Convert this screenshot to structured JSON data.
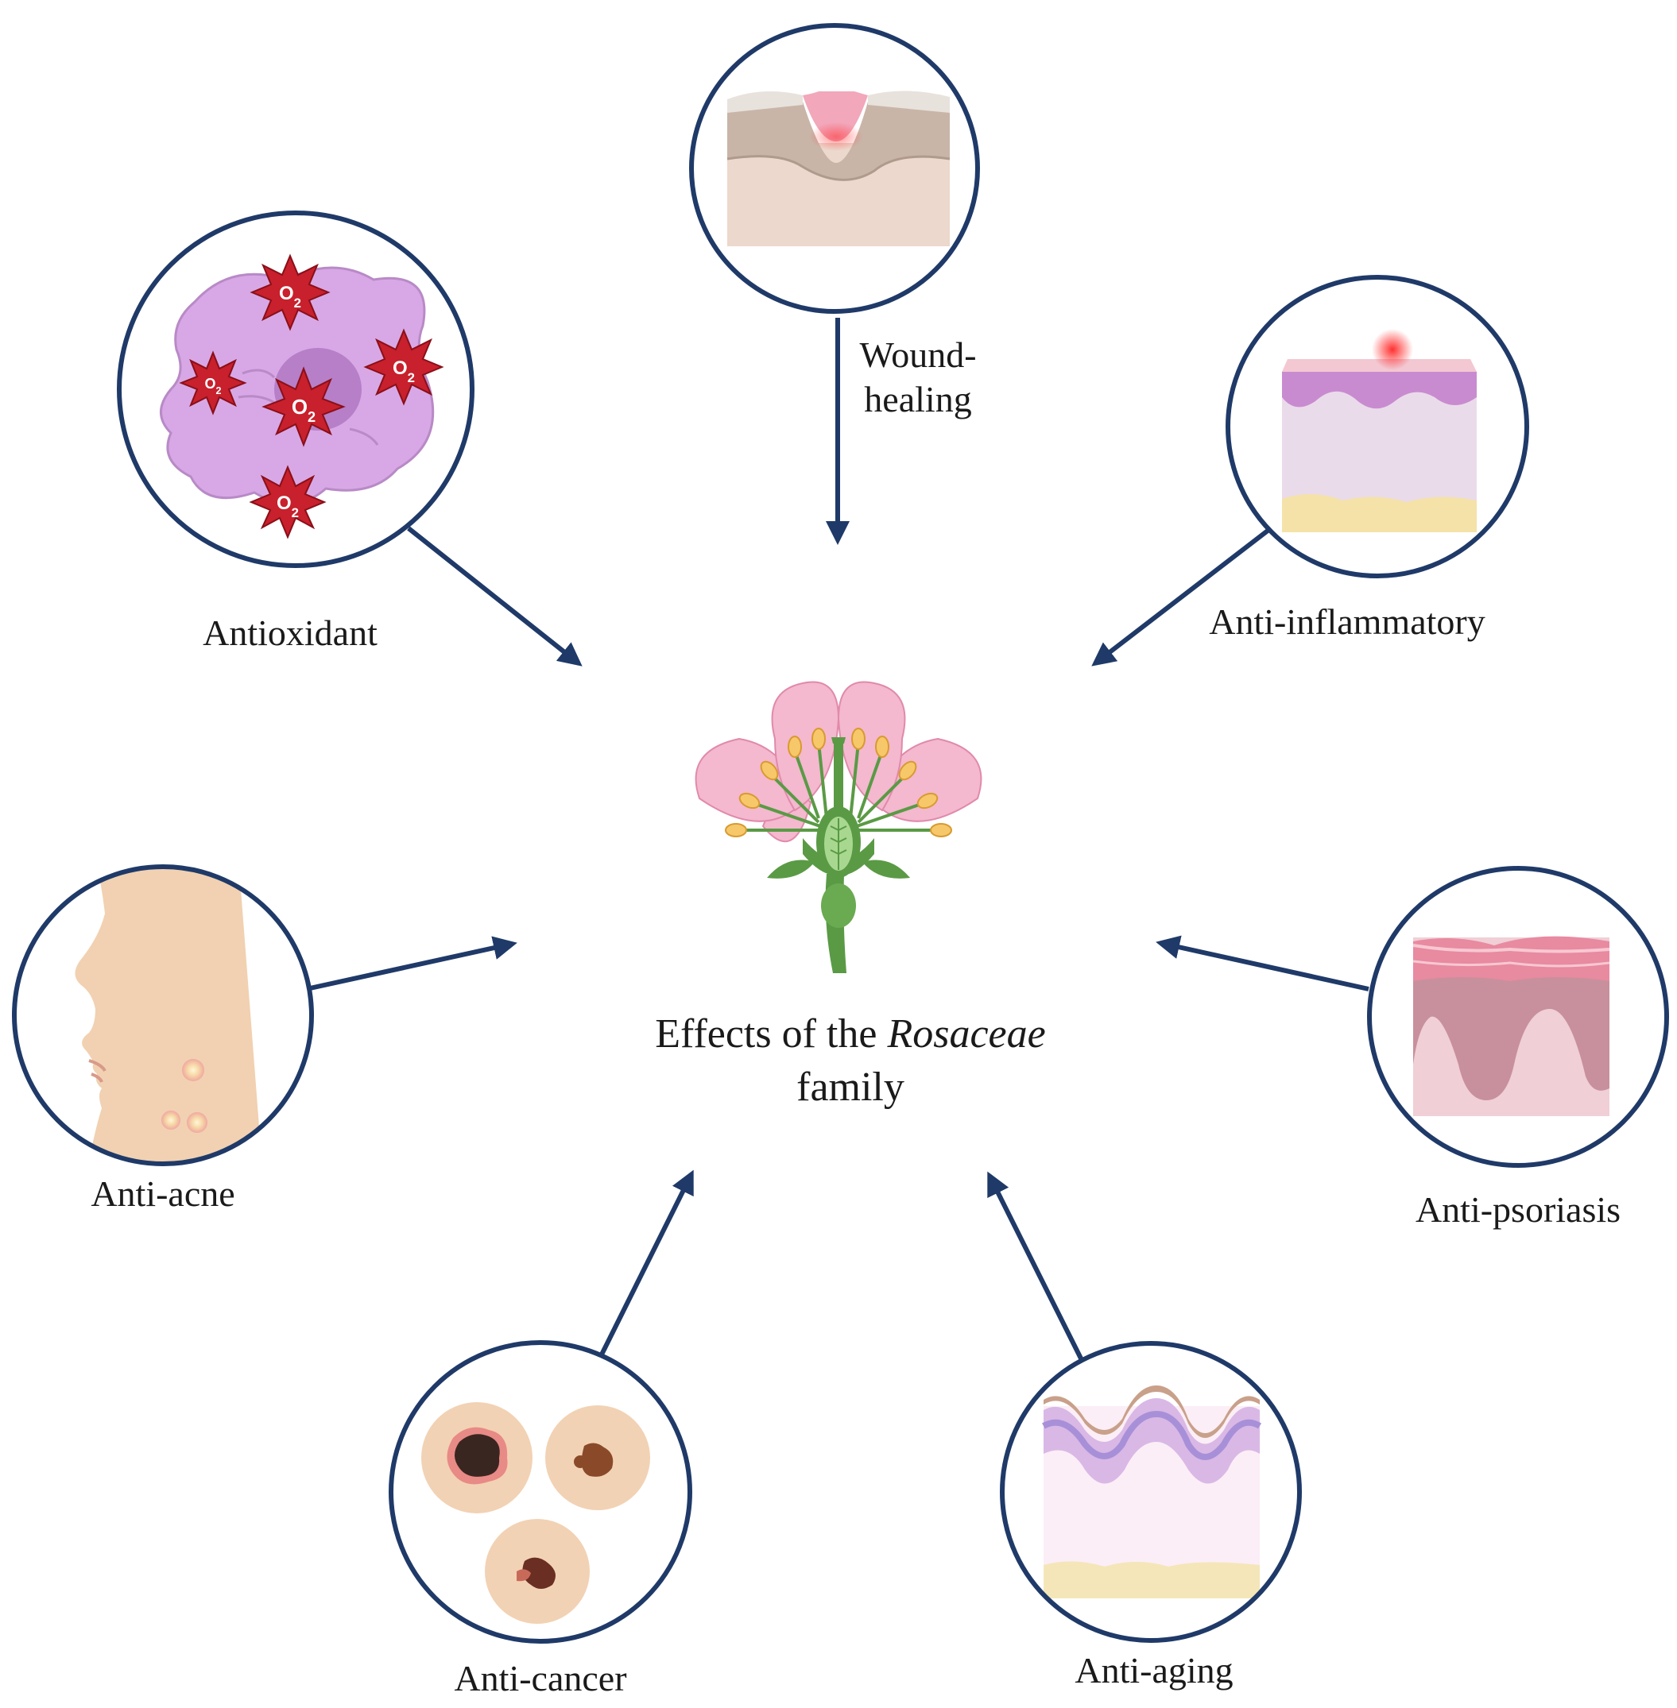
{
  "title": {
    "prefix": "Effects of the",
    "emphasis": "Rosaceae",
    "line2": "family"
  },
  "effects": [
    {
      "id": "wound",
      "label_lines": [
        "Wound-",
        "healing"
      ],
      "icon": "wound-skin-icon"
    },
    {
      "id": "antioxidant",
      "label_lines": [
        "Antioxidant"
      ],
      "icon": "cell-ros-icon"
    },
    {
      "id": "antiinflam",
      "label_lines": [
        "Anti-inflammatory"
      ],
      "icon": "inflamed-skin-icon"
    },
    {
      "id": "acne",
      "label_lines": [
        "Anti-acne"
      ],
      "icon": "face-acne-icon"
    },
    {
      "id": "psoriasis",
      "label_lines": [
        "Anti-psoriasis"
      ],
      "icon": "psoriasis-skin-icon"
    },
    {
      "id": "cancer",
      "label_lines": [
        "Anti-cancer"
      ],
      "icon": "melanoma-lesions-icon"
    },
    {
      "id": "aging",
      "label_lines": [
        "Anti-aging"
      ],
      "icon": "aged-skin-icon"
    }
  ],
  "ros_label": "O2",
  "colors": {
    "ring": "#1f3a68",
    "arrow": "#1f3a68",
    "petal": "#f4b8cf",
    "stem": "#5a9a45",
    "ros": "#c8202c",
    "cell": "#d8a8e6"
  }
}
